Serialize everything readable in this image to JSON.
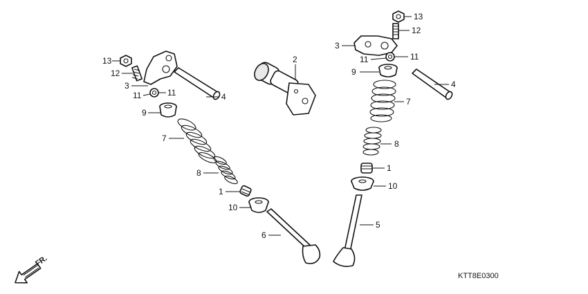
{
  "diagram_code": "KTT8E0300",
  "direction_label": "FR.",
  "callouts": {
    "l13": "13",
    "l12": "12",
    "l3": "3",
    "l11a": "11",
    "l11b": "11",
    "l4": "4",
    "l9": "9",
    "l7": "7",
    "l8": "8",
    "l1": "1",
    "l10": "10",
    "l6": "6",
    "r13": "13",
    "r12": "12",
    "r3": "3",
    "r11a": "11",
    "r11b": "11",
    "r4": "4",
    "r9": "9",
    "r7": "7",
    "r8": "8",
    "r1": "1",
    "r10": "10",
    "r5": "5",
    "c2": "2"
  }
}
